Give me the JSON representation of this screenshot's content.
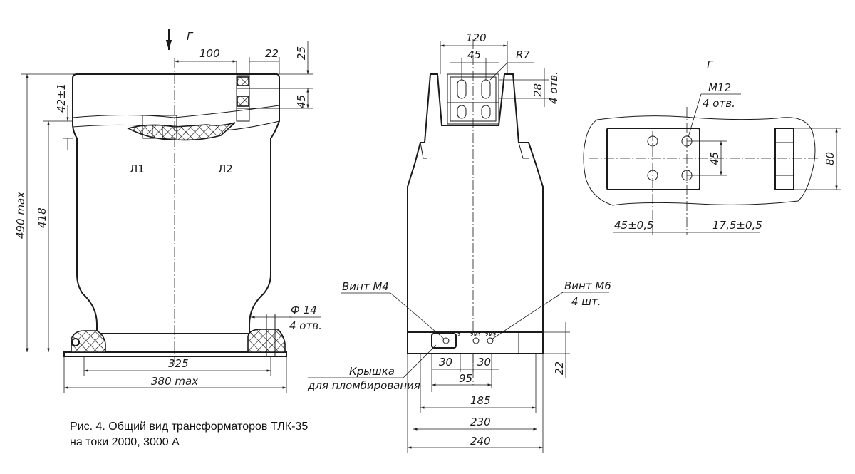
{
  "caption": {
    "line1": "Рис. 4. Общий вид трансформаторов ТЛК-35",
    "line2": "на токи 2000, 3000 А"
  },
  "front_view": {
    "view_marker": "Г",
    "terminal_left": "Л1",
    "terminal_right": "Л2",
    "dims": {
      "top_half_width": "100",
      "top_right": "22",
      "top_vertical": "25",
      "right_45": "45",
      "left_42": "42±1",
      "height_max": "490 max",
      "height_418": "418",
      "hole_dia": "Ф 14",
      "hole_count": "4 отв.",
      "base_325": "325",
      "base_380": "380 max"
    }
  },
  "side_view": {
    "dims": {
      "top_120": "120",
      "top_45": "45",
      "radius": "R7",
      "slot_28": "28",
      "slot_count": "4 отв.",
      "d_30a": "30",
      "d_30b": "30",
      "d_95": "95",
      "d_185": "185",
      "d_230": "230",
      "d_240": "240",
      "d_22": "22"
    },
    "labels": {
      "screw_m4": "Винт М4",
      "screw_m6": "Винт М6",
      "screw_m6_count": "4 шт.",
      "cover_line1": "Крышка",
      "cover_line2": "для пломбирования"
    },
    "terminal_marks": {
      "t1": "2И1",
      "t2": "2И2",
      "t0": "2"
    }
  },
  "view_g": {
    "title": "Г",
    "thread": "М12",
    "thread_count": "4 отв.",
    "d_45": "45",
    "d_80": "80",
    "d_45_tol": "45±0,5",
    "d_17": "17,5±0,5"
  }
}
